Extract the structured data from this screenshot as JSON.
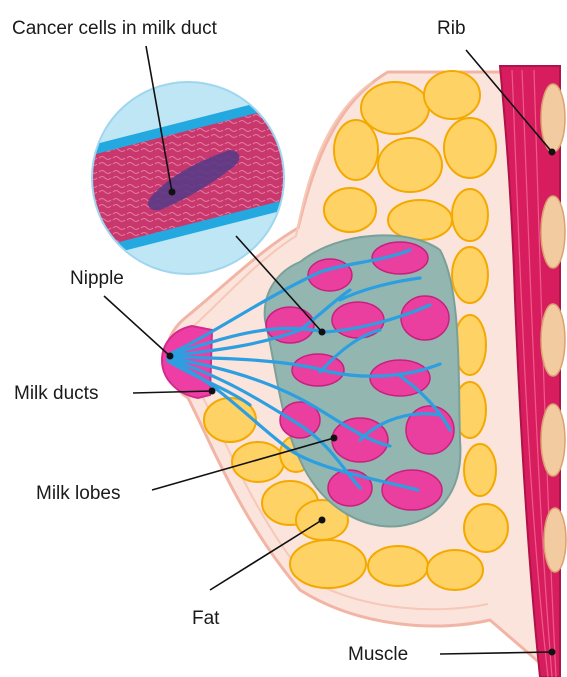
{
  "labels": {
    "cancer": "Cancer cells in milk duct",
    "rib": "Rib",
    "nipple": "Nipple",
    "milk_ducts": "Milk ducts",
    "milk_lobes": "Milk lobes",
    "fat": "Fat",
    "muscle": "Muscle"
  },
  "colors": {
    "muscle": "#d81d5f",
    "muscle_dark": "#b0124a",
    "rib": "#f3cba0",
    "fat": "#ffd265",
    "fat_edge": "#f4a900",
    "skin": "#fbe4dc",
    "outline": "#f2b5a5",
    "lobe_tissue": "#93b7b0",
    "lobe": "#ea3f9f",
    "duct": "#2d9fe0",
    "nipple": "#ee3da4",
    "cancer": "#5a3b86",
    "inset_bg": "#bfe6f5"
  }
}
